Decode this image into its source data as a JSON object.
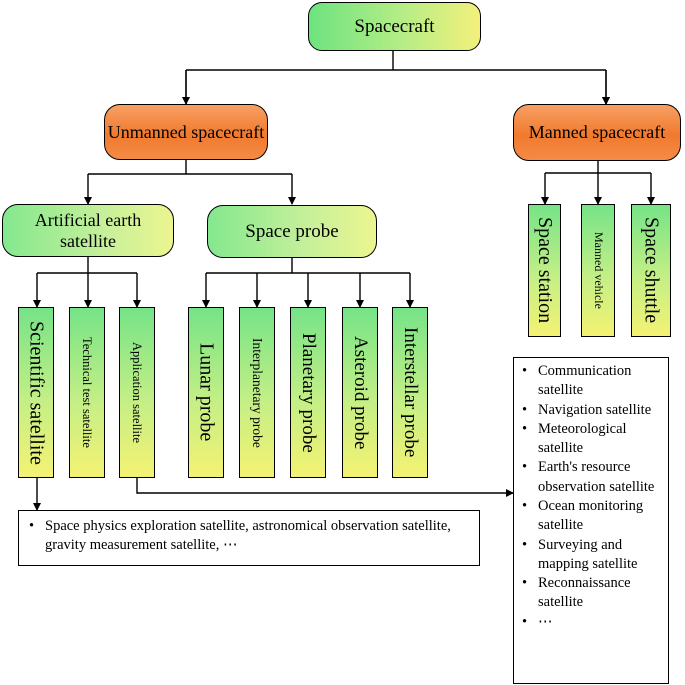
{
  "root": "Spacecraft",
  "branches": {
    "unmanned": "Unmanned spacecraft",
    "manned": "Manned spacecraft"
  },
  "unmanned_children": {
    "satellite": "Artificial earth satellite",
    "probe": "Space probe"
  },
  "satellite_types": [
    "Scientific satellite",
    "Technical test satellite",
    "Application satellite"
  ],
  "probe_types": [
    "Lunar probe",
    "Interplanetary probe",
    "Planetary probe",
    "Asteroid probe",
    "Interstellar probe"
  ],
  "manned_types": [
    "Space station",
    "Manned vehicle",
    "Space shuttle"
  ],
  "scientific_examples": "Space physics exploration satellite, astronomical observation satellite, gravity measurement satellite, ⋯",
  "application_examples": [
    "Communication satellite",
    "Navigation satellite",
    "Meteorological satellite",
    "Earth's resource observation satellite",
    "Ocean monitoring satellite",
    "Surveying and mapping satellite",
    "Reconnaissance satellite",
    "⋯"
  ]
}
